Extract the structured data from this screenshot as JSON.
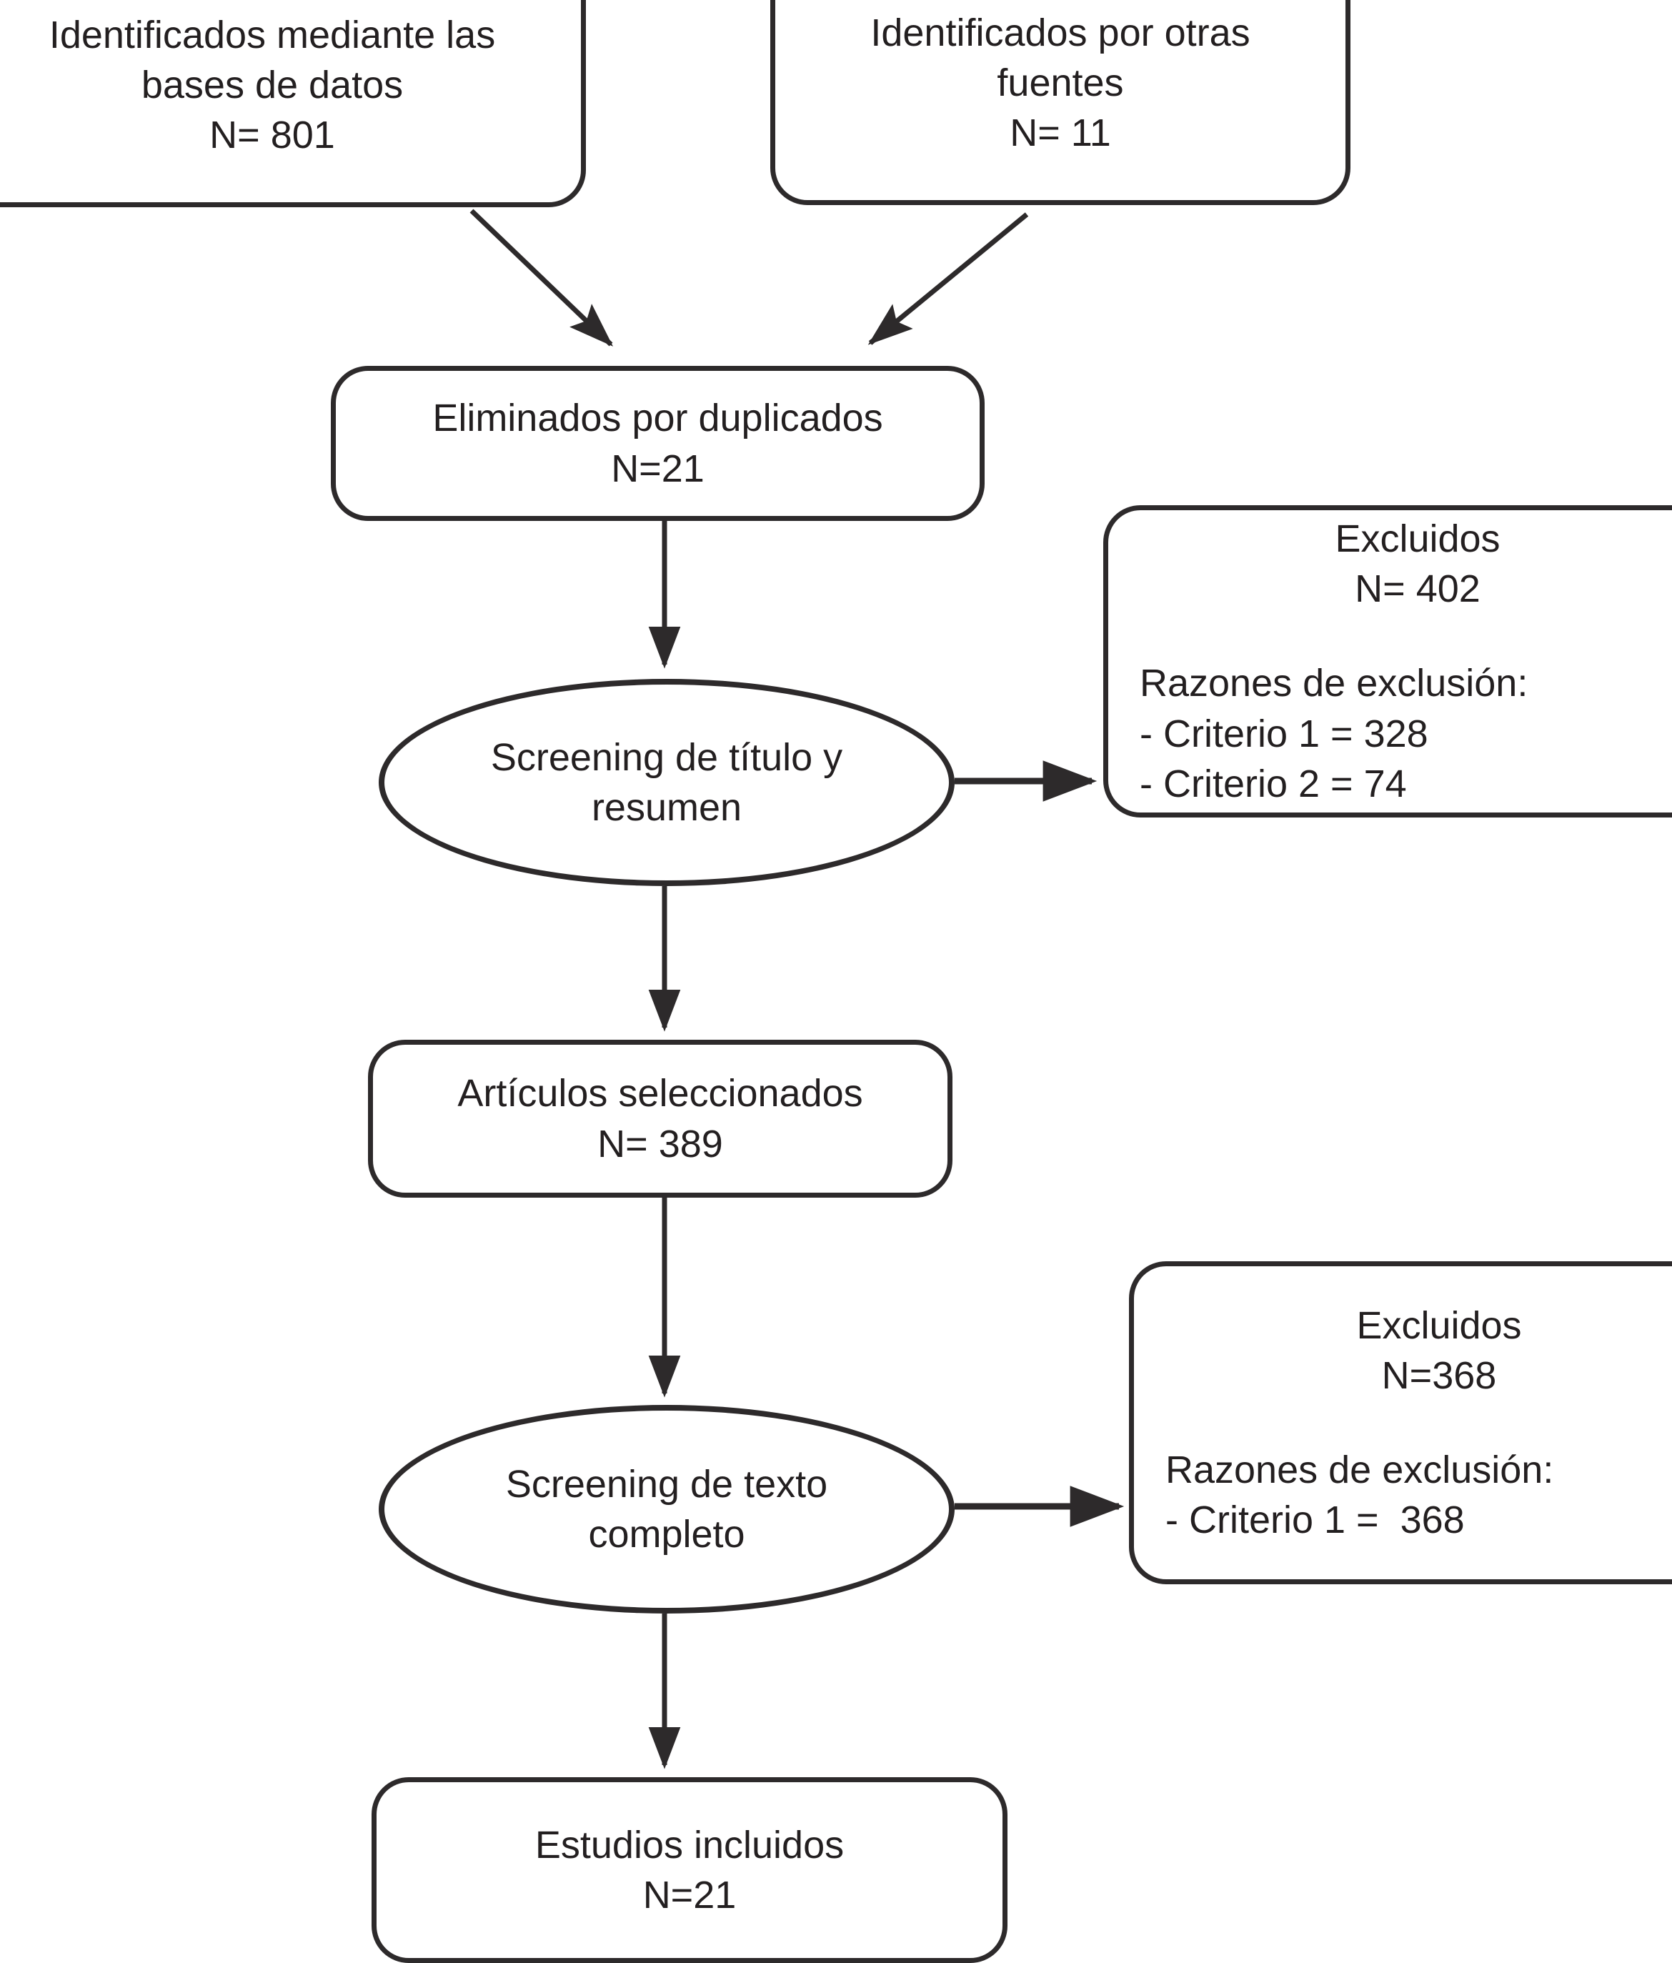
{
  "diagram": {
    "type": "prisma-flow-diagram",
    "language": "es",
    "stroke_color": "#2d2a2b",
    "text_color": "#231f20",
    "background": "#ffffff"
  },
  "nodes": {
    "identified_databases": {
      "shape": "rounded-rectangle",
      "line1": "Identificados mediante las",
      "line2": "bases de datos",
      "line3": "N= 801"
    },
    "identified_other": {
      "shape": "rounded-rectangle",
      "line1": "Identificados por otras",
      "line2": "fuentes",
      "line3": "N= 11"
    },
    "duplicates_removed": {
      "shape": "rounded-rectangle",
      "line1": "Eliminados por duplicados",
      "line2": "N=21"
    },
    "screening_title_abstract": {
      "shape": "ellipse",
      "line1": "Screening de título y",
      "line2": "resumen"
    },
    "excluded_screening": {
      "shape": "rounded-rectangle",
      "line1": "Excluidos",
      "line2": "N= 402",
      "reasons_header": "Razones de exclusión:",
      "reason1": "- Criterio 1 = 328",
      "reason2": "- Criterio 2 = 74"
    },
    "selected_articles": {
      "shape": "rounded-rectangle",
      "line1": "Artículos seleccionados",
      "line2": "N= 389"
    },
    "screening_full_text": {
      "shape": "ellipse",
      "line1": "Screening de texto",
      "line2": "completo"
    },
    "excluded_fulltext": {
      "shape": "rounded-rectangle",
      "line1": "Excluidos",
      "line2": "N=368",
      "reasons_header": "Razones de exclusión:",
      "reason1": "- Criterio 1 =  368"
    },
    "included_studies": {
      "shape": "rounded-rectangle",
      "line1": "Estudios incluidos",
      "line2": "N=21"
    }
  },
  "edges": [
    {
      "name": "databases-to-duplicates",
      "from": "identified_databases",
      "to": "duplicates_removed",
      "style": "diagonal-arrow"
    },
    {
      "name": "other-to-duplicates",
      "from": "identified_other",
      "to": "duplicates_removed",
      "style": "diagonal-arrow"
    },
    {
      "name": "duplicates-to-screening",
      "from": "duplicates_removed",
      "to": "screening_title_abstract",
      "style": "vertical-arrow"
    },
    {
      "name": "screening-to-excluded",
      "from": "screening_title_abstract",
      "to": "excluded_screening",
      "style": "horizontal-arrow"
    },
    {
      "name": "screening-to-selected",
      "from": "screening_title_abstract",
      "to": "selected_articles",
      "style": "vertical-arrow"
    },
    {
      "name": "selected-to-fulltext",
      "from": "selected_articles",
      "to": "screening_full_text",
      "style": "vertical-arrow"
    },
    {
      "name": "fulltext-to-excluded",
      "from": "screening_full_text",
      "to": "excluded_fulltext",
      "style": "horizontal-arrow"
    },
    {
      "name": "fulltext-to-included",
      "from": "screening_full_text",
      "to": "included_studies",
      "style": "vertical-arrow"
    }
  ]
}
